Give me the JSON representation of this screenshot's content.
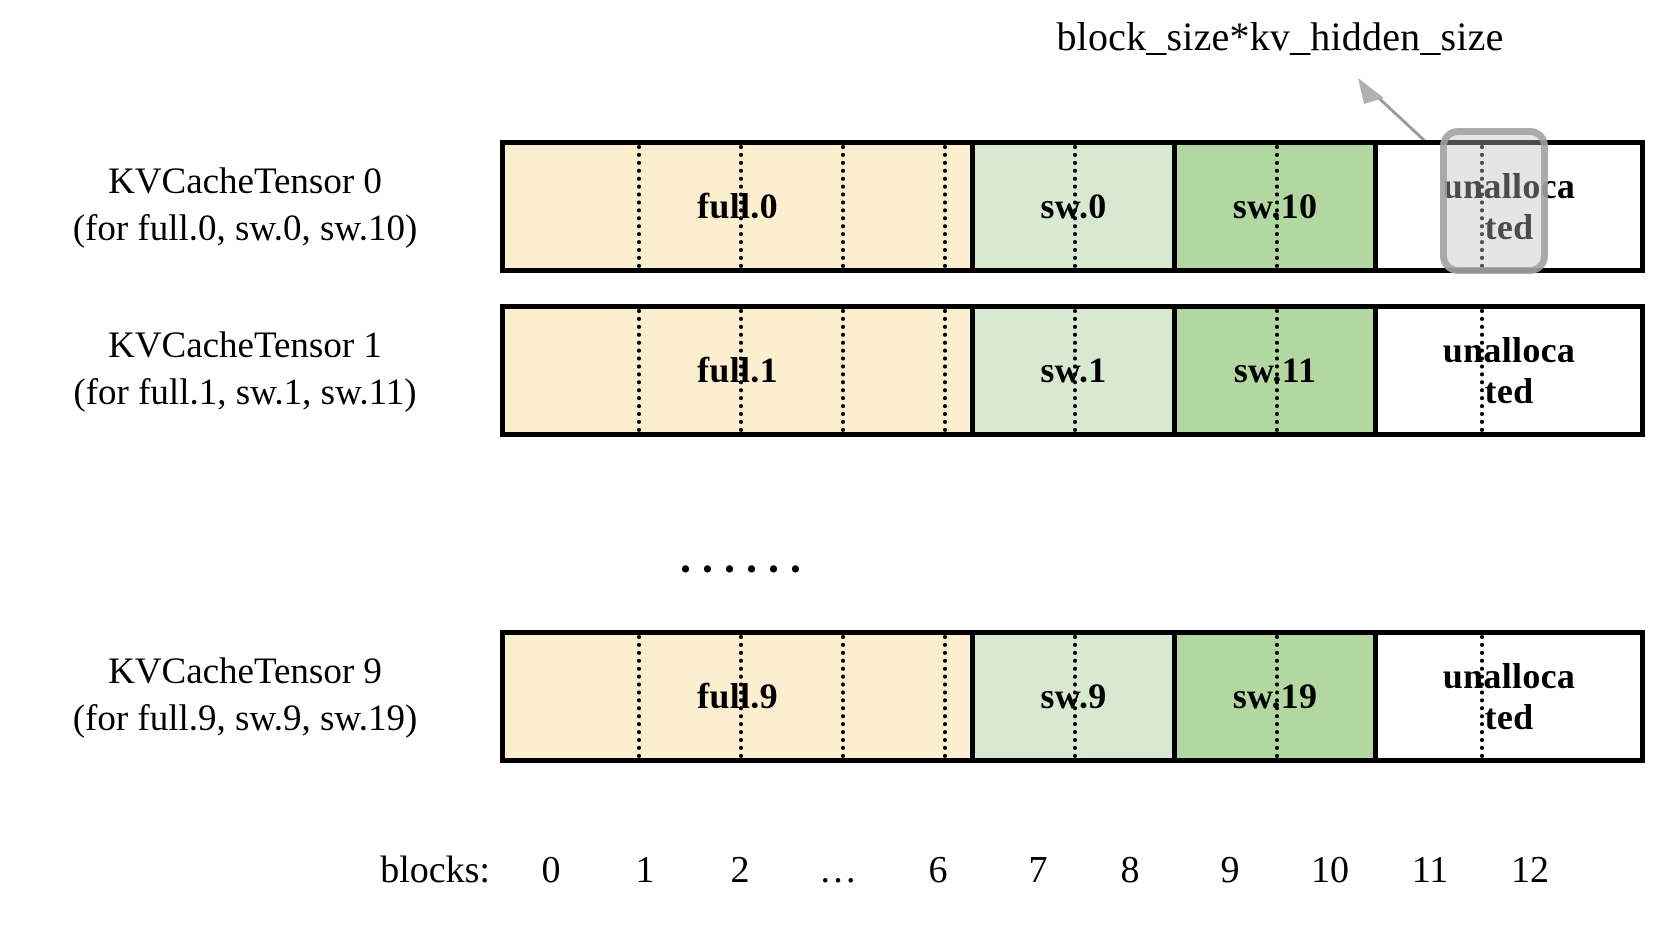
{
  "annotation": {
    "label": "block_size*kv_hidden_size",
    "arrow_icon": "arrow-up-right-icon",
    "highlight_target": "block 11 of KVCacheTensor 0"
  },
  "rows": [
    {
      "label_line1": "KVCacheTensor 0",
      "label_line2": "(for full.0, sw.0, sw.10)",
      "segments": [
        {
          "name": "full-segment",
          "text": "full.0",
          "color": "#FCEFD0"
        },
        {
          "name": "sw-light-segment",
          "text": "sw.0",
          "color": "#D7E9D1"
        },
        {
          "name": "sw-dark-segment",
          "text": "sw.10",
          "color": "#B2D7A1"
        },
        {
          "name": "unallocated-segment",
          "text": "unalloca ted",
          "color": "#FFFFFF"
        }
      ]
    },
    {
      "label_line1": "KVCacheTensor 1",
      "label_line2": "(for full.1, sw.1, sw.11)",
      "segments": [
        {
          "name": "full-segment",
          "text": "full.1",
          "color": "#FCEFD0"
        },
        {
          "name": "sw-light-segment",
          "text": "sw.1",
          "color": "#D7E9D1"
        },
        {
          "name": "sw-dark-segment",
          "text": "sw.11",
          "color": "#B2D7A1"
        },
        {
          "name": "unallocated-segment",
          "text": "unalloca ted",
          "color": "#FFFFFF"
        }
      ]
    },
    {
      "label_line1": "KVCacheTensor 9",
      "label_line2": "(for full.9, sw.9, sw.19)",
      "segments": [
        {
          "name": "full-segment",
          "text": "full.9",
          "color": "#FCEFD0"
        },
        {
          "name": "sw-light-segment",
          "text": "sw.9",
          "color": "#D7E9D1"
        },
        {
          "name": "sw-dark-segment",
          "text": "sw.19",
          "color": "#B2D7A1"
        },
        {
          "name": "unallocated-segment",
          "text": "unalloca ted",
          "color": "#FFFFFF"
        }
      ]
    }
  ],
  "row0": {
    "full": "full.0",
    "sw_light": "sw.0",
    "sw_dark": "sw.10",
    "unalloc_l1": "unalloca",
    "unalloc_l2": "ted",
    "label1": "KVCacheTensor 0",
    "label2": "(for full.0, sw.0, sw.10)"
  },
  "row1": {
    "full": "full.1",
    "sw_light": "sw.1",
    "sw_dark": "sw.11",
    "unalloc_l1": "unalloca",
    "unalloc_l2": "ted",
    "label1": "KVCacheTensor 1",
    "label2": "(for full.1, sw.1, sw.11)"
  },
  "row9": {
    "full": "full.9",
    "sw_light": "sw.9",
    "sw_dark": "sw.19",
    "unalloc_l1": "unalloca",
    "unalloc_l2": "ted",
    "label1": "KVCacheTensor 9",
    "label2": "(for full.9, sw.9, sw.19)"
  },
  "vertical_ellipsis": "......",
  "axis": {
    "caption": "blocks:",
    "ticks": [
      "0",
      "1",
      "2",
      "…",
      "6",
      "7",
      "8",
      "9",
      "10",
      "11",
      "12"
    ]
  },
  "colors": {
    "full_attention": "#FCEFD0",
    "sliding_window_light": "#D7E9D1",
    "sliding_window_dark": "#B2D7A1",
    "unallocated": "#FFFFFF",
    "border": "#000000",
    "highlight": "#BEBEBE"
  }
}
